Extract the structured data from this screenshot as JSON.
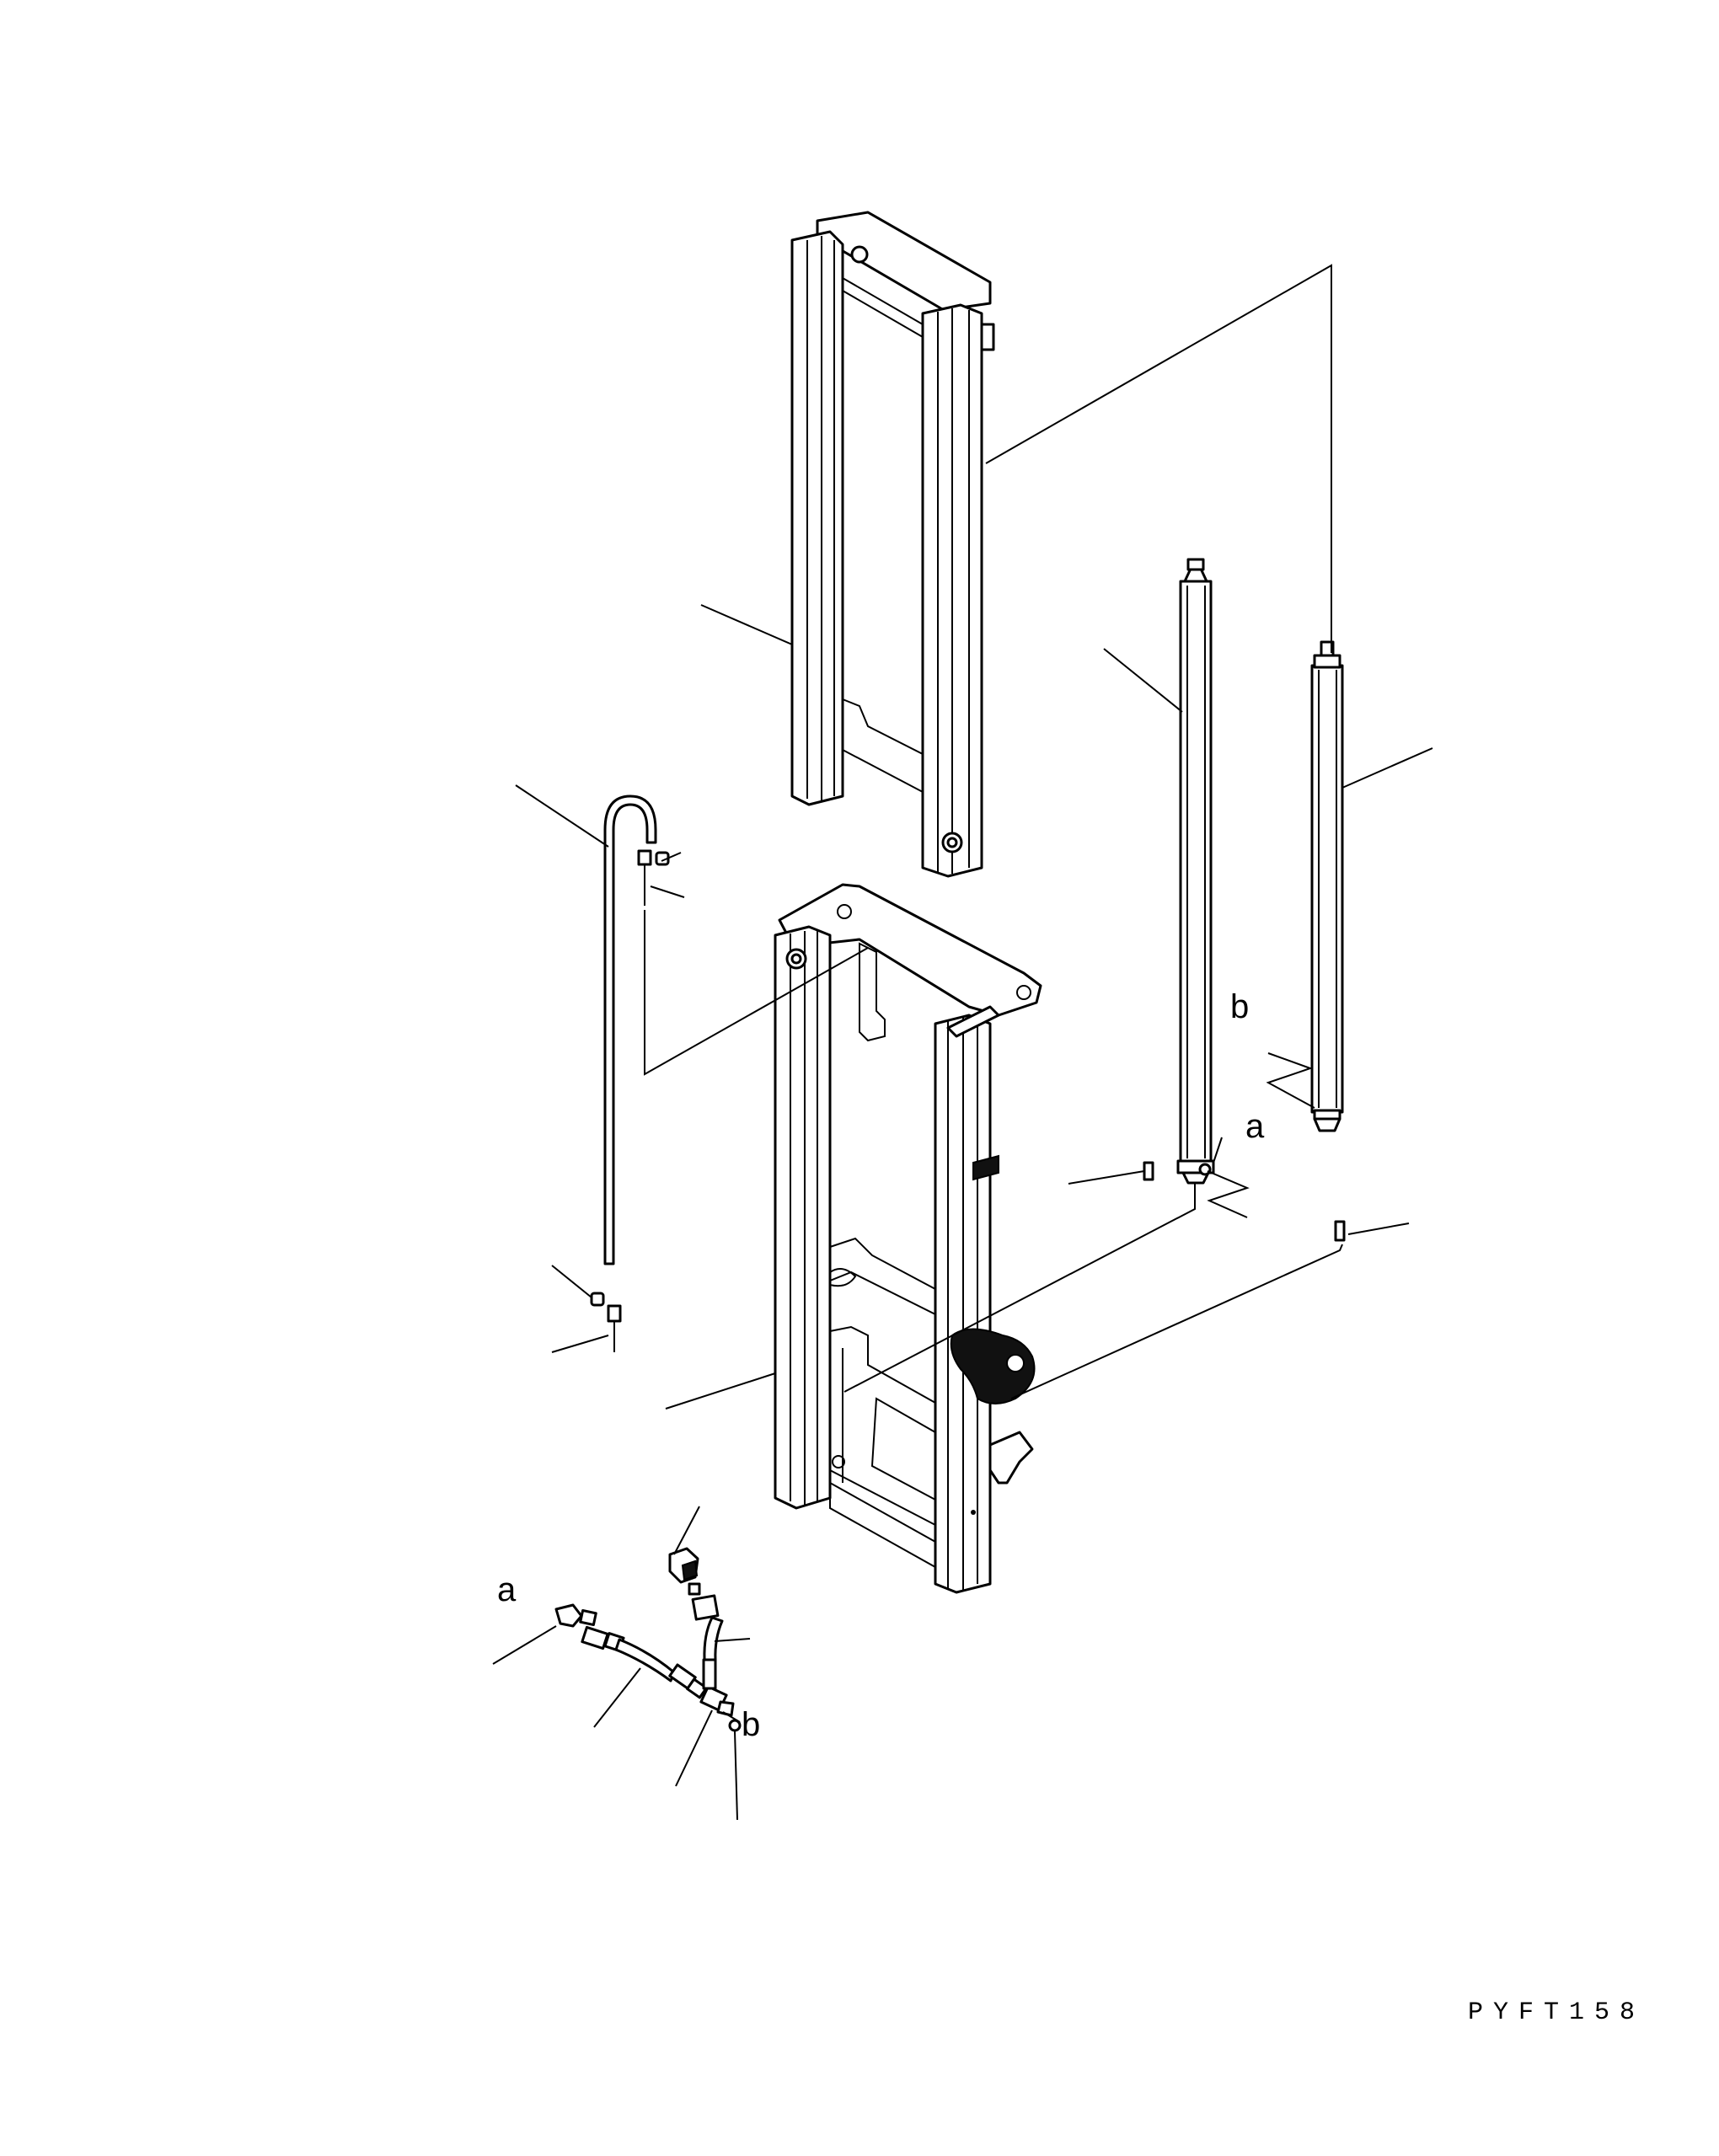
{
  "diagram": {
    "callouts": {
      "a_upper": "a",
      "b_upper": "b",
      "a_lower": "a",
      "b_lower": "b"
    },
    "drawing_code": "PYFT158"
  }
}
